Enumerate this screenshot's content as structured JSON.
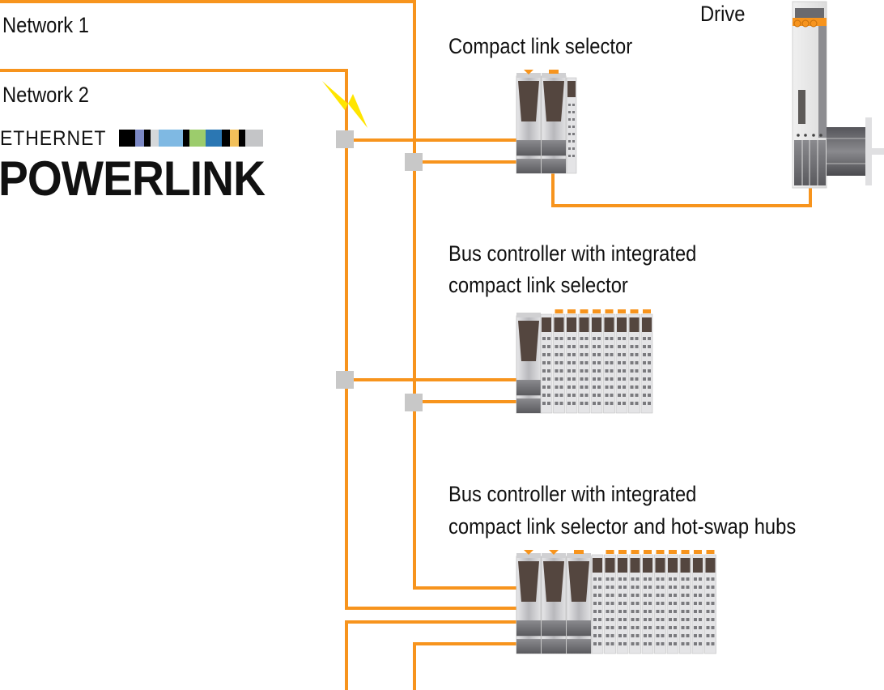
{
  "labels": {
    "network1": "Network 1",
    "network2": "Network 2",
    "drive": "Drive",
    "compact_link_selector": "Compact link selector",
    "bus_controller_1_line1": "Bus   controller   with   integrated",
    "bus_controller_1_line2": "compact link selector",
    "bus_controller_2_line1": "Bus controller with integrated",
    "bus_controller_2_line2": "compact link selector and hot-swap hubs"
  },
  "logo": {
    "top": "ETHERNET",
    "bottom": "POWERLINK",
    "stripe_colors": [
      "#000000",
      "#7b88c4",
      "#000000",
      "#d5d8da",
      "#7fb9e3",
      "#000000",
      "#9ccc6c",
      "#2b77b3",
      "#000000",
      "#f2c05a",
      "#000000",
      "#c4c5c7"
    ]
  },
  "colors": {
    "wire": "#f7941d",
    "junction": "#c8c8c8",
    "fault_bolt": "#ffe500",
    "module_dark": "#54463f",
    "module_light": "#d8d8da",
    "led_orange": "#f7941d"
  },
  "icons": {
    "fault": "lightning-bolt-icon",
    "drive": "servo-drive-icon",
    "motor": "servo-motor-icon"
  },
  "devices": {
    "compact_link_selector": {
      "wide_modules": 2,
      "io_modules": 1
    },
    "bus_controller_1": {
      "wide_modules": 1,
      "io_modules": 9
    },
    "bus_controller_2": {
      "wide_modules": 3,
      "io_modules": 10
    }
  }
}
